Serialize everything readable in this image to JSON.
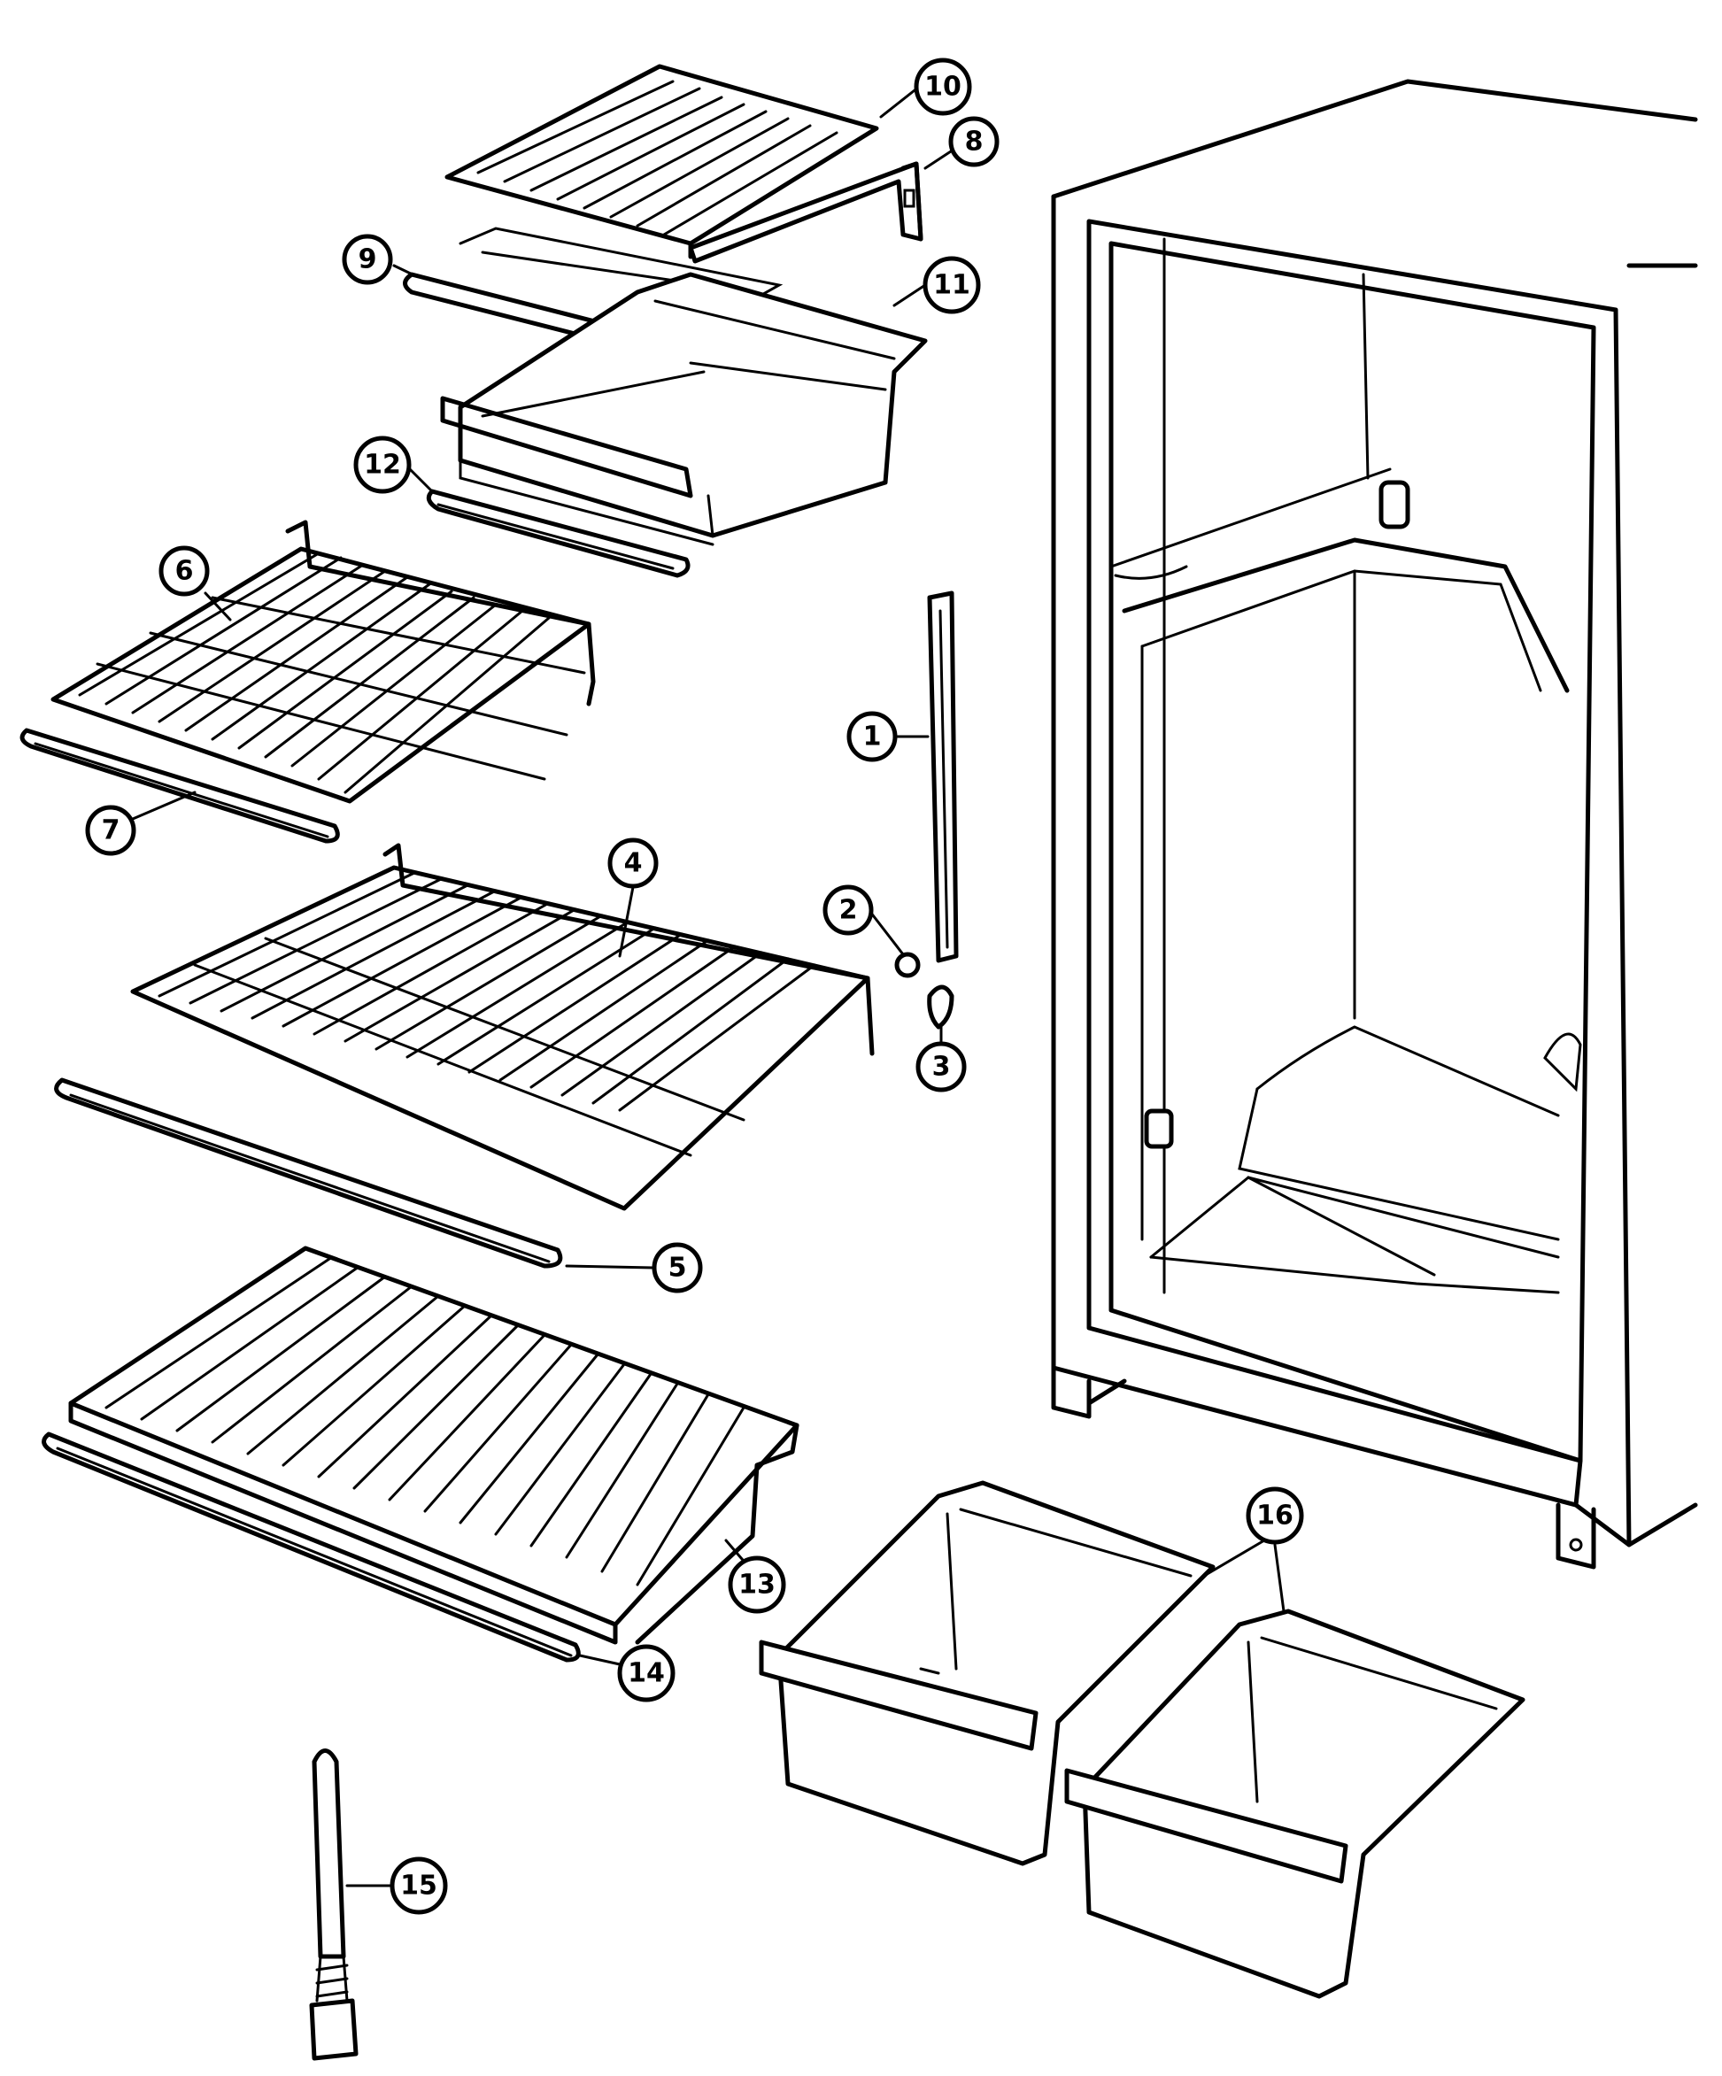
{
  "diagram": {
    "callouts": [
      {
        "id": "1",
        "label": "1"
      },
      {
        "id": "2",
        "label": "2"
      },
      {
        "id": "3",
        "label": "3"
      },
      {
        "id": "4",
        "label": "4"
      },
      {
        "id": "5",
        "label": "5"
      },
      {
        "id": "6",
        "label": "6"
      },
      {
        "id": "7",
        "label": "7"
      },
      {
        "id": "8",
        "label": "8"
      },
      {
        "id": "9",
        "label": "9"
      },
      {
        "id": "10",
        "label": "10"
      },
      {
        "id": "11",
        "label": "11"
      },
      {
        "id": "12",
        "label": "12"
      },
      {
        "id": "13",
        "label": "13"
      },
      {
        "id": "14",
        "label": "14"
      },
      {
        "id": "15",
        "label": "15"
      },
      {
        "id": "16",
        "label": "16"
      }
    ],
    "colors": {
      "line": "#000000",
      "background": "#ffffff"
    }
  }
}
